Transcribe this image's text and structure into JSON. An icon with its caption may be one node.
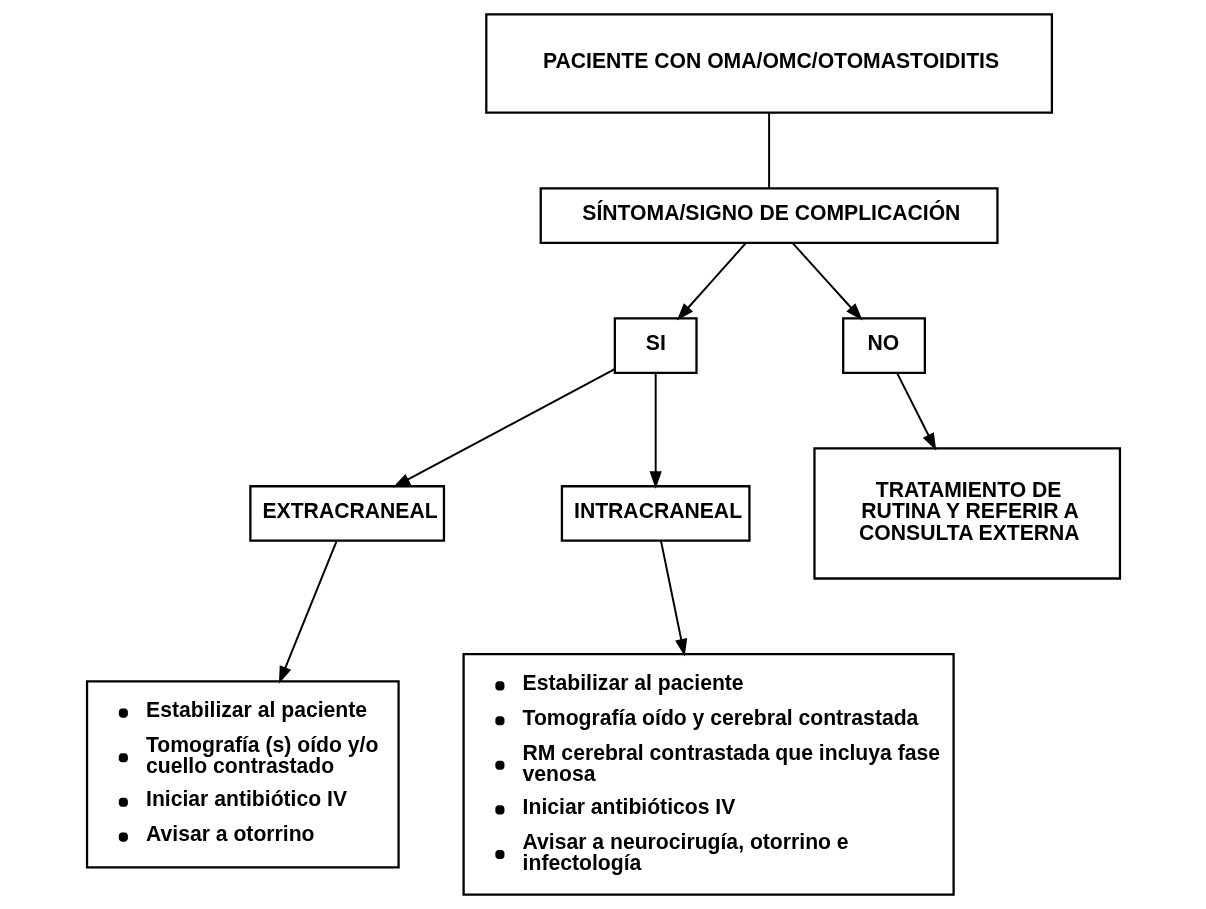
{
  "diagram": {
    "nodes": [
      {
        "text": [
          "PACIENTE CON OMA/OMC/OTOMASTOIDITIS"
        ]
      },
      {
        "text": [
          "SÍNTOMA/SIGNO DE COMPLICACIÓN"
        ]
      },
      {
        "text": [
          "SI"
        ]
      },
      {
        "text": [
          "NO"
        ]
      },
      {
        "text": [
          "EXTRACRANEAL"
        ]
      },
      {
        "text": [
          "INTRACRANEAL"
        ]
      },
      {
        "text": [
          "TRATAMIENTO DE RUTINA Y REFERIR A CONSULTA EXTERNA"
        ]
      },
      {
        "text": [
          "Estabilizar al paciente",
          "Tomografía (s) oído y/o cuello contrastado",
          "Iniciar antibiótico IV",
          "Avisar a otorrino"
        ]
      },
      {
        "text": [
          "Estabilizar al paciente",
          "Tomografía oído y cerebral contrastada",
          "RM cerebral contrastada que incluya fase venosa",
          "Iniciar antibióticos IV",
          "Avisar a neurocirugía, otorrino e infectología"
        ]
      }
    ],
    "edges": [
      {
        "from": 0,
        "to": 1,
        "arrow": "none"
      },
      {
        "from": 1,
        "to": 2,
        "arrow": "to"
      },
      {
        "from": 1,
        "to": 3,
        "arrow": "to"
      },
      {
        "from": 3,
        "to": 6,
        "arrow": "to"
      },
      {
        "from": 2,
        "to": 4,
        "arrow": "to"
      },
      {
        "from": 2,
        "to": 5,
        "arrow": "to"
      },
      {
        "from": 4,
        "to": 7,
        "arrow": "to"
      },
      {
        "from": 5,
        "to": 8,
        "arrow": "to"
      }
    ]
  }
}
